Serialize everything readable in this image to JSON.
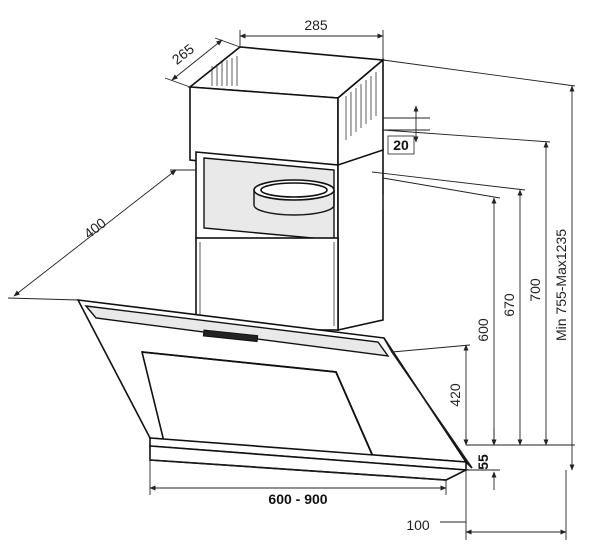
{
  "dimensions": {
    "duct_width": "285",
    "duct_depth": "265",
    "hood_depth": "400",
    "bracket_offset": "20",
    "height_600": "600",
    "height_670": "670",
    "height_700": "700",
    "range": "Min 755-Max1235",
    "height_420": "420",
    "base_55": "55",
    "width": "600 - 900",
    "wall_offset": "100"
  }
}
